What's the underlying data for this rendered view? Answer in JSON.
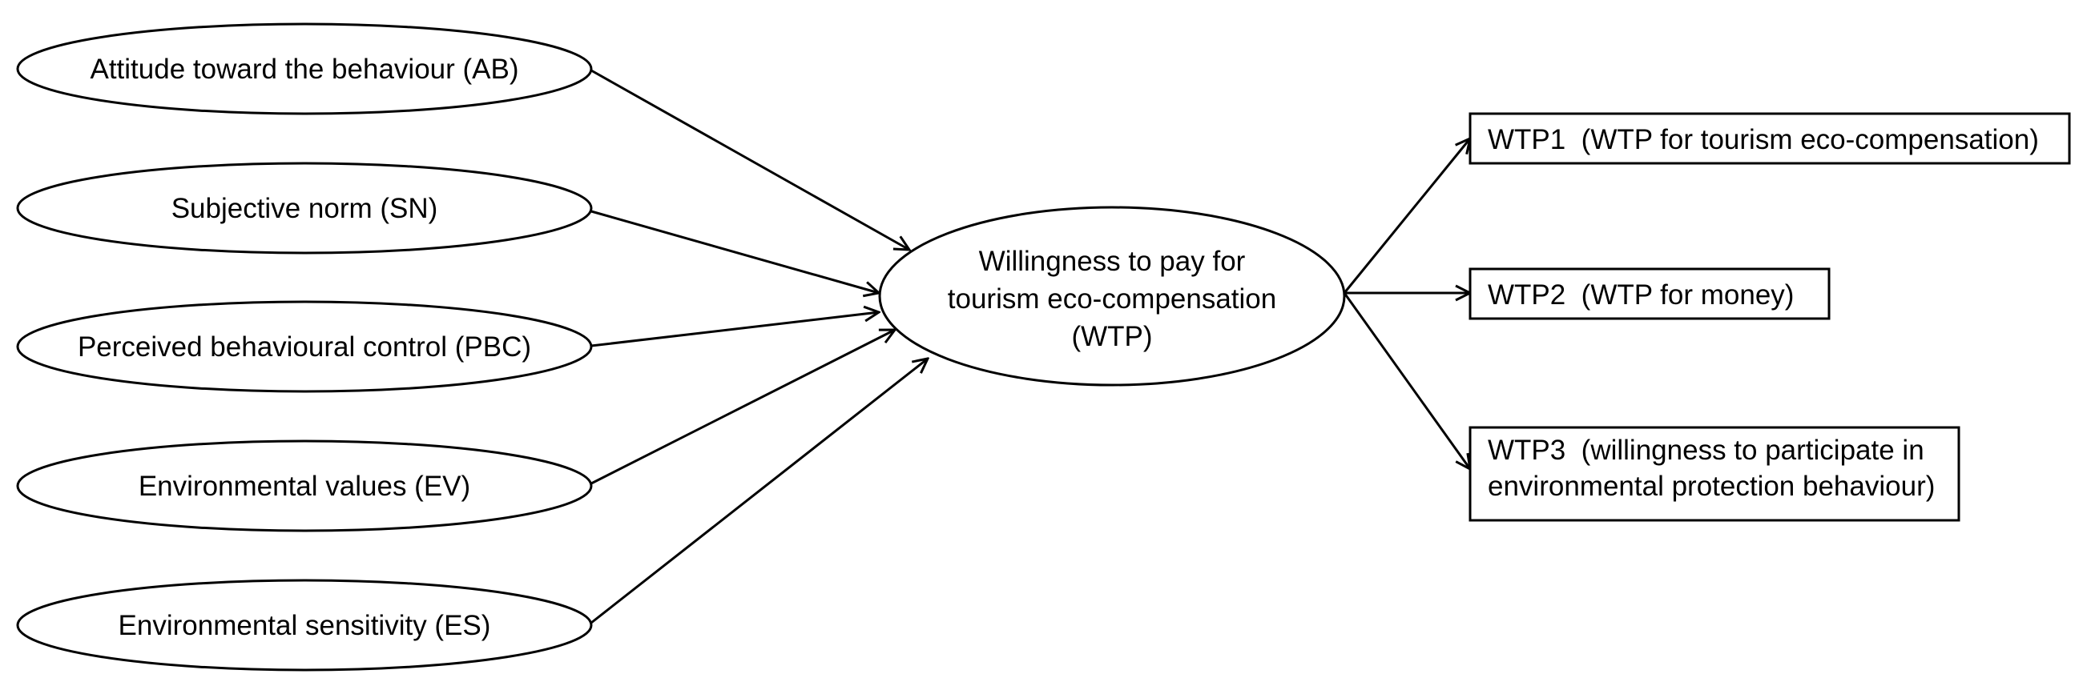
{
  "diagram": {
    "predictors": [
      {
        "id": "ab",
        "label": "Attitude toward the behaviour (AB)"
      },
      {
        "id": "sn",
        "label": "Subjective norm (SN)"
      },
      {
        "id": "pbc",
        "label": "Perceived behavioural control (PBC)"
      },
      {
        "id": "ev",
        "label": "Environmental values (EV)"
      },
      {
        "id": "es",
        "label": "Environmental sensitivity (ES)"
      }
    ],
    "central": {
      "line1": "Willingness to pay for",
      "line2": "tourism eco-compensation",
      "line3": "(WTP)"
    },
    "indicators": [
      {
        "id": "wtp1",
        "lines": [
          "WTP1  (WTP for tourism eco-compensation)"
        ]
      },
      {
        "id": "wtp2",
        "lines": [
          "WTP2  (WTP for money)"
        ]
      },
      {
        "id": "wtp3",
        "lines": [
          "WTP3  (willingness to participate in",
          "environmental protection behaviour)"
        ]
      }
    ],
    "colors": {
      "line": "#000000",
      "background": "#ffffff"
    }
  }
}
